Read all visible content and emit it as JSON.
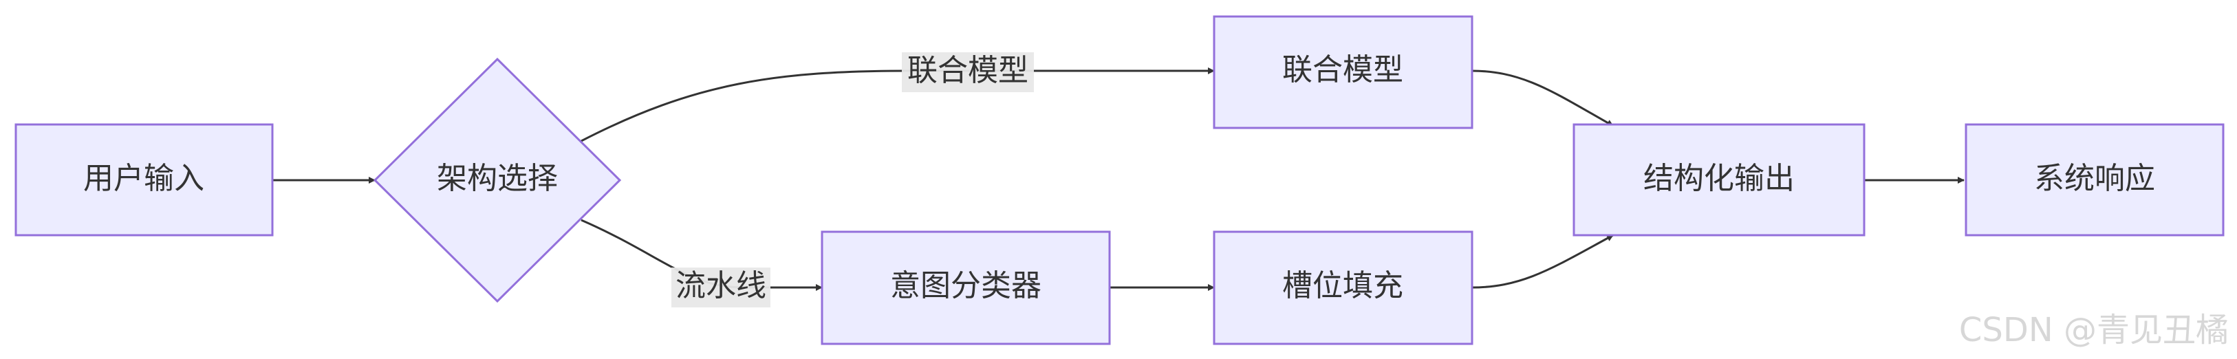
{
  "diagram": {
    "nodes": {
      "user_input": "用户输入",
      "arch_select": "架构选择",
      "joint_model": "联合模型",
      "intent_classifier": "意图分类器",
      "slot_filling": "槽位填充",
      "structured_output": "结构化输出",
      "system_response": "系统响应"
    },
    "edge_labels": {
      "joint": "联合模型",
      "pipeline": "流水线"
    },
    "colors": {
      "node_fill": "#ececff",
      "node_stroke": "#9370db",
      "edge": "#333333",
      "label_bg": "#e8e8e8"
    }
  },
  "watermark": "CSDN @青见丑橘"
}
